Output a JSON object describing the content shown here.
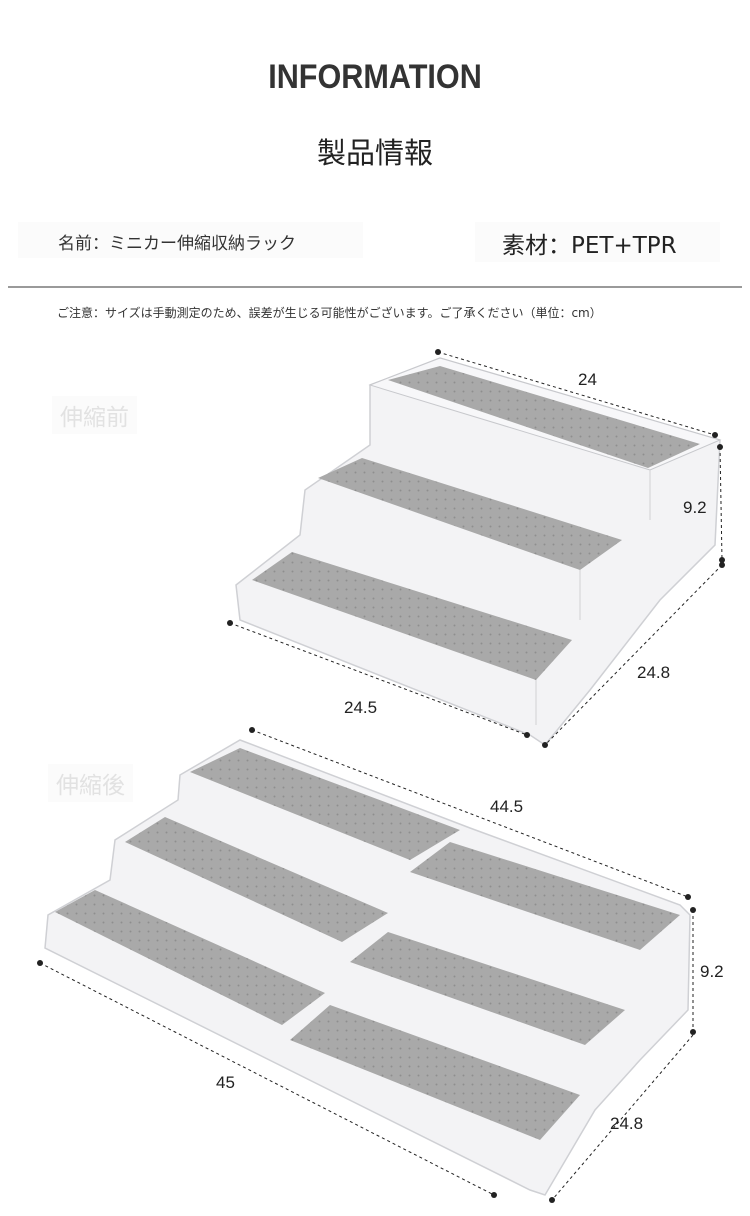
{
  "header": {
    "title": "INFORMATION",
    "subtitle": "製品情報"
  },
  "specs": {
    "name": "名前：ミニカー伸縮収納ラック",
    "material": "素材：PET+TPR"
  },
  "note": "ご注意：サイズは手動測定のため、誤差が生じる可能性がございます。ご了承ください（単位：cm）",
  "before": {
    "label": "伸縮前",
    "width": "24",
    "height": "9.2",
    "depth": "24.8",
    "front": "24.5"
  },
  "after": {
    "label": "伸縮後",
    "width": "44.5",
    "height": "9.2",
    "depth": "24.8",
    "front": "45"
  },
  "colors": {
    "mat": "#a9a9a9",
    "acrylic": "#eeeef0",
    "text": "#222222"
  }
}
